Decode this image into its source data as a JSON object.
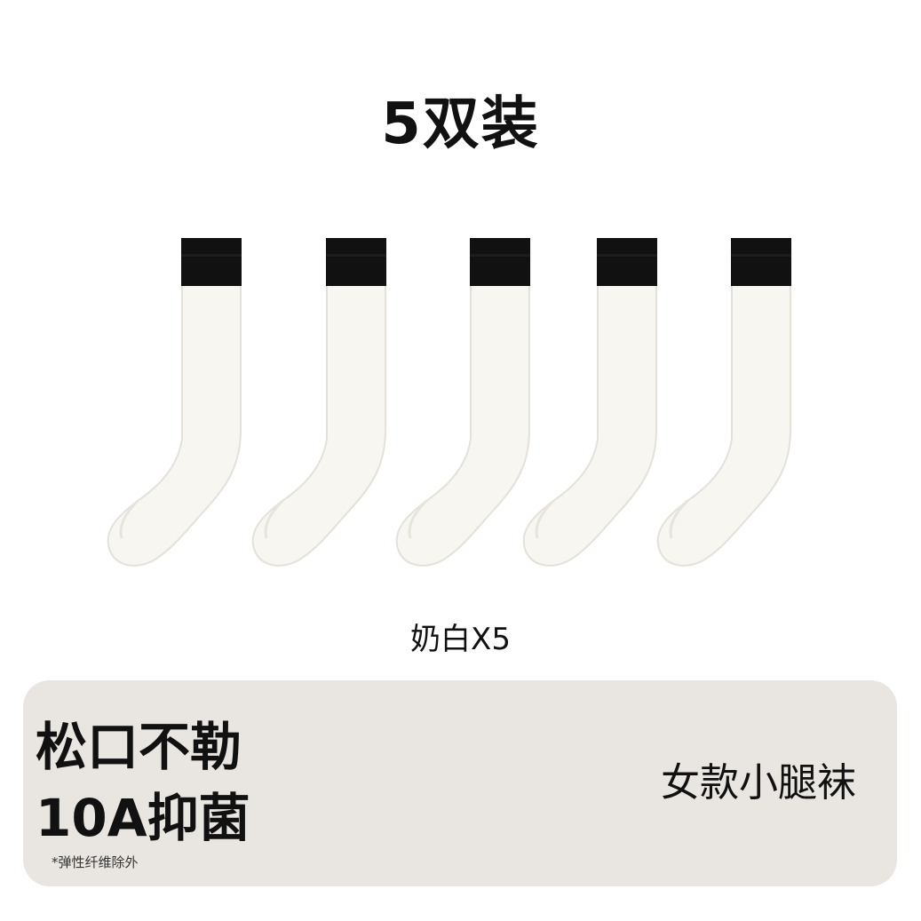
{
  "title": "5双装",
  "socks": {
    "count": 5,
    "colors": {
      "cuff": "#111111",
      "body": "#f7f6f1",
      "shade": "#e6e4dc"
    },
    "icon": "white-sock-black-cuff-icon"
  },
  "caption": "奶白X5",
  "panel": {
    "background": "#e9e6e1",
    "feature_1": "松口不勒",
    "feature_2": "10A抑菌",
    "note": "*弹性纤维除外",
    "product_type": "女款小腿袜"
  }
}
